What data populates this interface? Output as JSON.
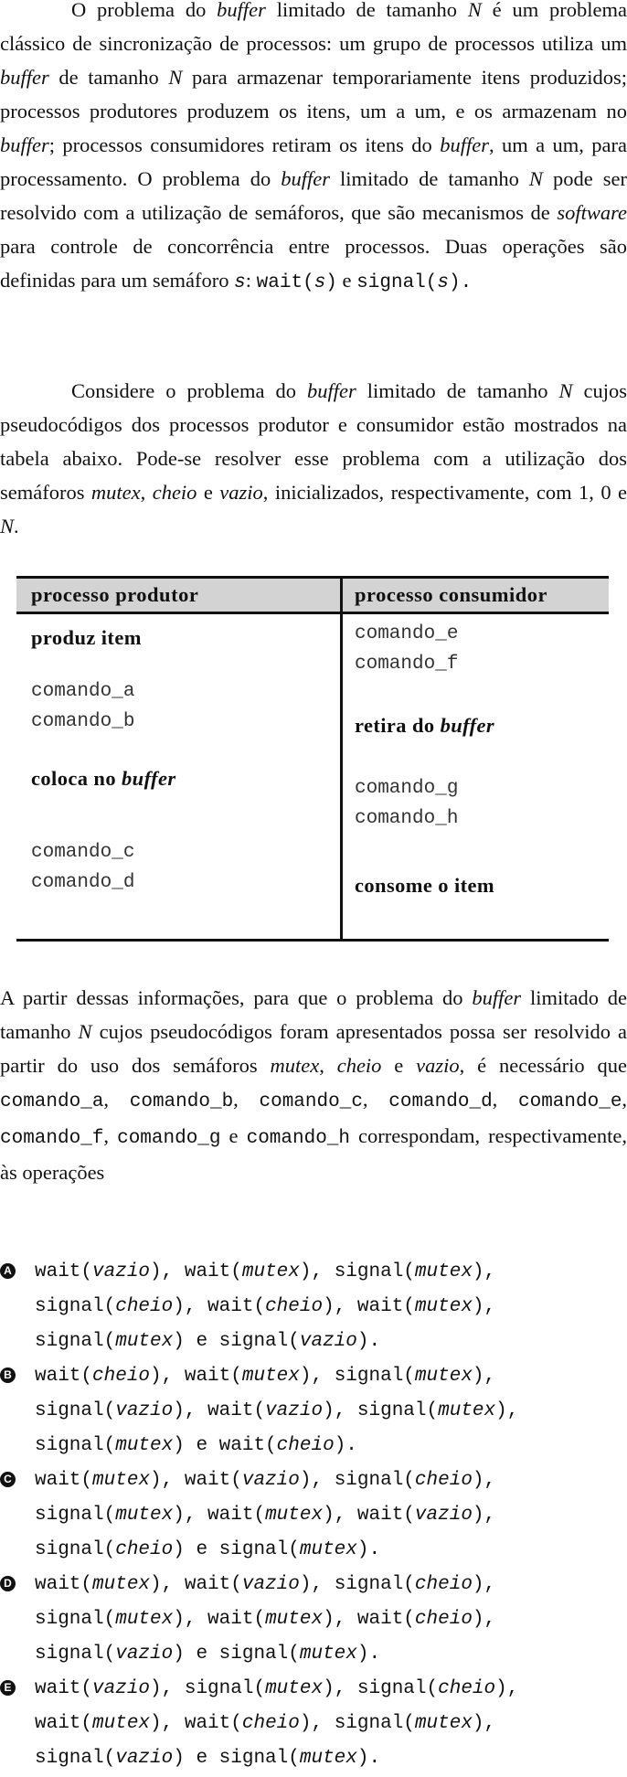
{
  "intro": {
    "p1": {
      "t1": "O problema do ",
      "e1": "buffer",
      "t2": " limitado de tamanho ",
      "e2": "N",
      "t3": " é um problema clássico de sincronização de processos: um grupo de processos utiliza um ",
      "e3": "buffer",
      "t4": " de tamanho ",
      "e4": "N",
      "t5": " para armazenar temporariamente itens produzidos; processos produtores produzem os itens, um a um, e os armazenam no ",
      "e5": "buffer",
      "t6": "; processos consumidores retiram os itens do ",
      "e6": "buffer",
      "t7": ", um a um, para processamento. O problema do ",
      "e7": "buffer",
      "t8": " limitado de tamanho ",
      "e8": "N",
      "t9": " pode ser resolvido com a utilização de semáforos, que são mecanismos de ",
      "e9": "software",
      "t10": " para controle de concorrência entre processos. Duas operações são definidas para um semáforo ",
      "m1": "s",
      "t11": ": ",
      "m2": "wait(",
      "m3": "s",
      "m4": ")",
      "t12": " e ",
      "m5": "signal(",
      "m6": "s",
      "m7": ").",
      "t13": ""
    },
    "p2": {
      "t1": "Considere o problema do ",
      "e1": "buffer",
      "t2": " limitado de tamanho ",
      "e2": "N",
      "t3": " cujos pseudocódigos dos processos produtor e consumidor estão mostrados na tabela abaixo. Pode-se resolver esse problema com a utilização dos semáforos ",
      "e3": "mutex",
      "t4": ", ",
      "e4": "cheio",
      "t5": " e ",
      "e5": "vazio",
      "t6": ", inicializados, respectivamente, com 1, 0 e ",
      "e6": "N",
      "t7": "."
    }
  },
  "table": {
    "header_producer": "processo produtor",
    "header_consumer": "processo consumidor",
    "producer": {
      "produz": "produz item",
      "cmd_a": "comando_a",
      "cmd_b": "comando_b",
      "coloca_t": "coloca no ",
      "coloca_e": "buffer",
      "cmd_c": "comando_c",
      "cmd_d": "comando_d"
    },
    "consumer": {
      "cmd_e": "comando_e",
      "cmd_f": "comando_f",
      "retira_t": "retira do ",
      "retira_e": "buffer",
      "cmd_g": "comando_g",
      "cmd_h": "comando_h",
      "consome": "consome o item"
    }
  },
  "question": {
    "t1": "A partir dessas informações, para que o problema do ",
    "e1": "buffer",
    "t2": " limitado de tamanho ",
    "e2": "N",
    "t3": " cujos pseudocódigos foram apresentados possa ser resolvido a partir do uso dos semáforos ",
    "e3": "mutex",
    "t4": ", ",
    "e4": "cheio",
    "t5": " e ",
    "e5": "vazio",
    "t6": ", é necessário que ",
    "m1": "comando_a",
    "s1": ", ",
    "m2": "comando_b",
    "s2": ", ",
    "m3": "comando_c",
    "s3": ", ",
    "m4": "comando_d",
    "s4": ", ",
    "m5": "comando_e",
    "s5": ", ",
    "m6": "comando_f",
    "s6": ", ",
    "m7": "comando_g",
    "s7": " e ",
    "m8": "comando_h",
    "t7": " correspondam, respectivamente, às operações"
  },
  "options": [
    {
      "letter": "A",
      "lines": [
        "wait(vazio), wait(mutex), signal(mutex),",
        "signal(cheio), wait(cheio), wait(mutex),",
        "signal(mutex) e signal(vazio)."
      ]
    },
    {
      "letter": "B",
      "lines": [
        "wait(cheio), wait(mutex), signal(mutex),",
        "signal(vazio), wait(vazio), signal(mutex),",
        "signal(mutex) e wait(cheio)."
      ]
    },
    {
      "letter": "C",
      "lines": [
        "wait(mutex), wait(vazio), signal(cheio),",
        "signal(mutex), wait(mutex), wait(vazio),",
        "signal(cheio) e signal(mutex)."
      ]
    },
    {
      "letter": "D",
      "lines": [
        "wait(mutex), wait(vazio), signal(cheio),",
        "signal(mutex), wait(mutex), wait(cheio),",
        "signal(vazio) e signal(mutex)."
      ]
    },
    {
      "letter": "E",
      "lines": [
        "wait(vazio), signal(mutex), signal(cheio),",
        "wait(mutex), wait(cheio), signal(mutex),",
        "signal(vazio) e signal(mutex)."
      ]
    }
  ]
}
